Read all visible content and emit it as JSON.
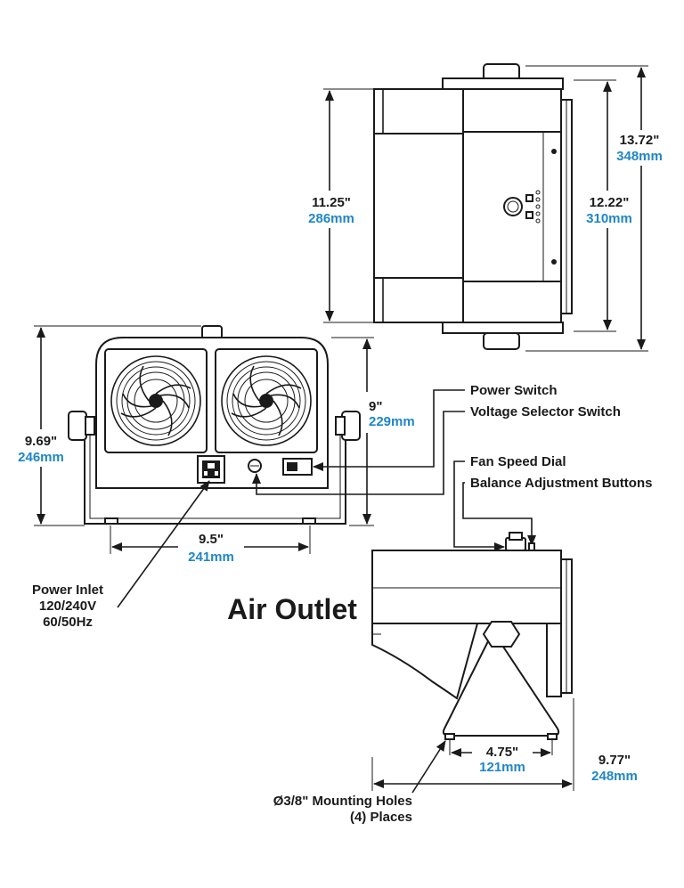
{
  "top_view": {
    "height_in": "11.25\"",
    "height_mm": "286mm",
    "width_in": "12.22\"",
    "width_mm": "310mm",
    "overall_in": "13.72\"",
    "overall_mm": "348mm"
  },
  "front_view": {
    "height_in": "9.69\"",
    "height_mm": "246mm",
    "fan_height_in": "9\"",
    "fan_height_mm": "229mm",
    "base_width_in": "9.5\"",
    "base_width_mm": "241mm"
  },
  "callouts": {
    "power_switch": "Power Switch",
    "voltage_selector": "Voltage Selector Switch",
    "fan_speed_dial": "Fan Speed Dial",
    "balance_buttons": "Balance Adjustment Buttons",
    "power_inlet_line1": "Power Inlet",
    "power_inlet_line2": "120/240V",
    "power_inlet_line3": "60/50Hz",
    "mounting_line1": "Ø3/8\" Mounting Holes",
    "mounting_line2": "(4) Places"
  },
  "side_view": {
    "air_outlet": "Air Outlet",
    "foot_span_in": "4.75\"",
    "foot_span_mm": "121mm",
    "depth_in": "9.77\"",
    "depth_mm": "248mm"
  },
  "colors": {
    "line": "#1a1a1a",
    "metric": "#1f86c6"
  }
}
